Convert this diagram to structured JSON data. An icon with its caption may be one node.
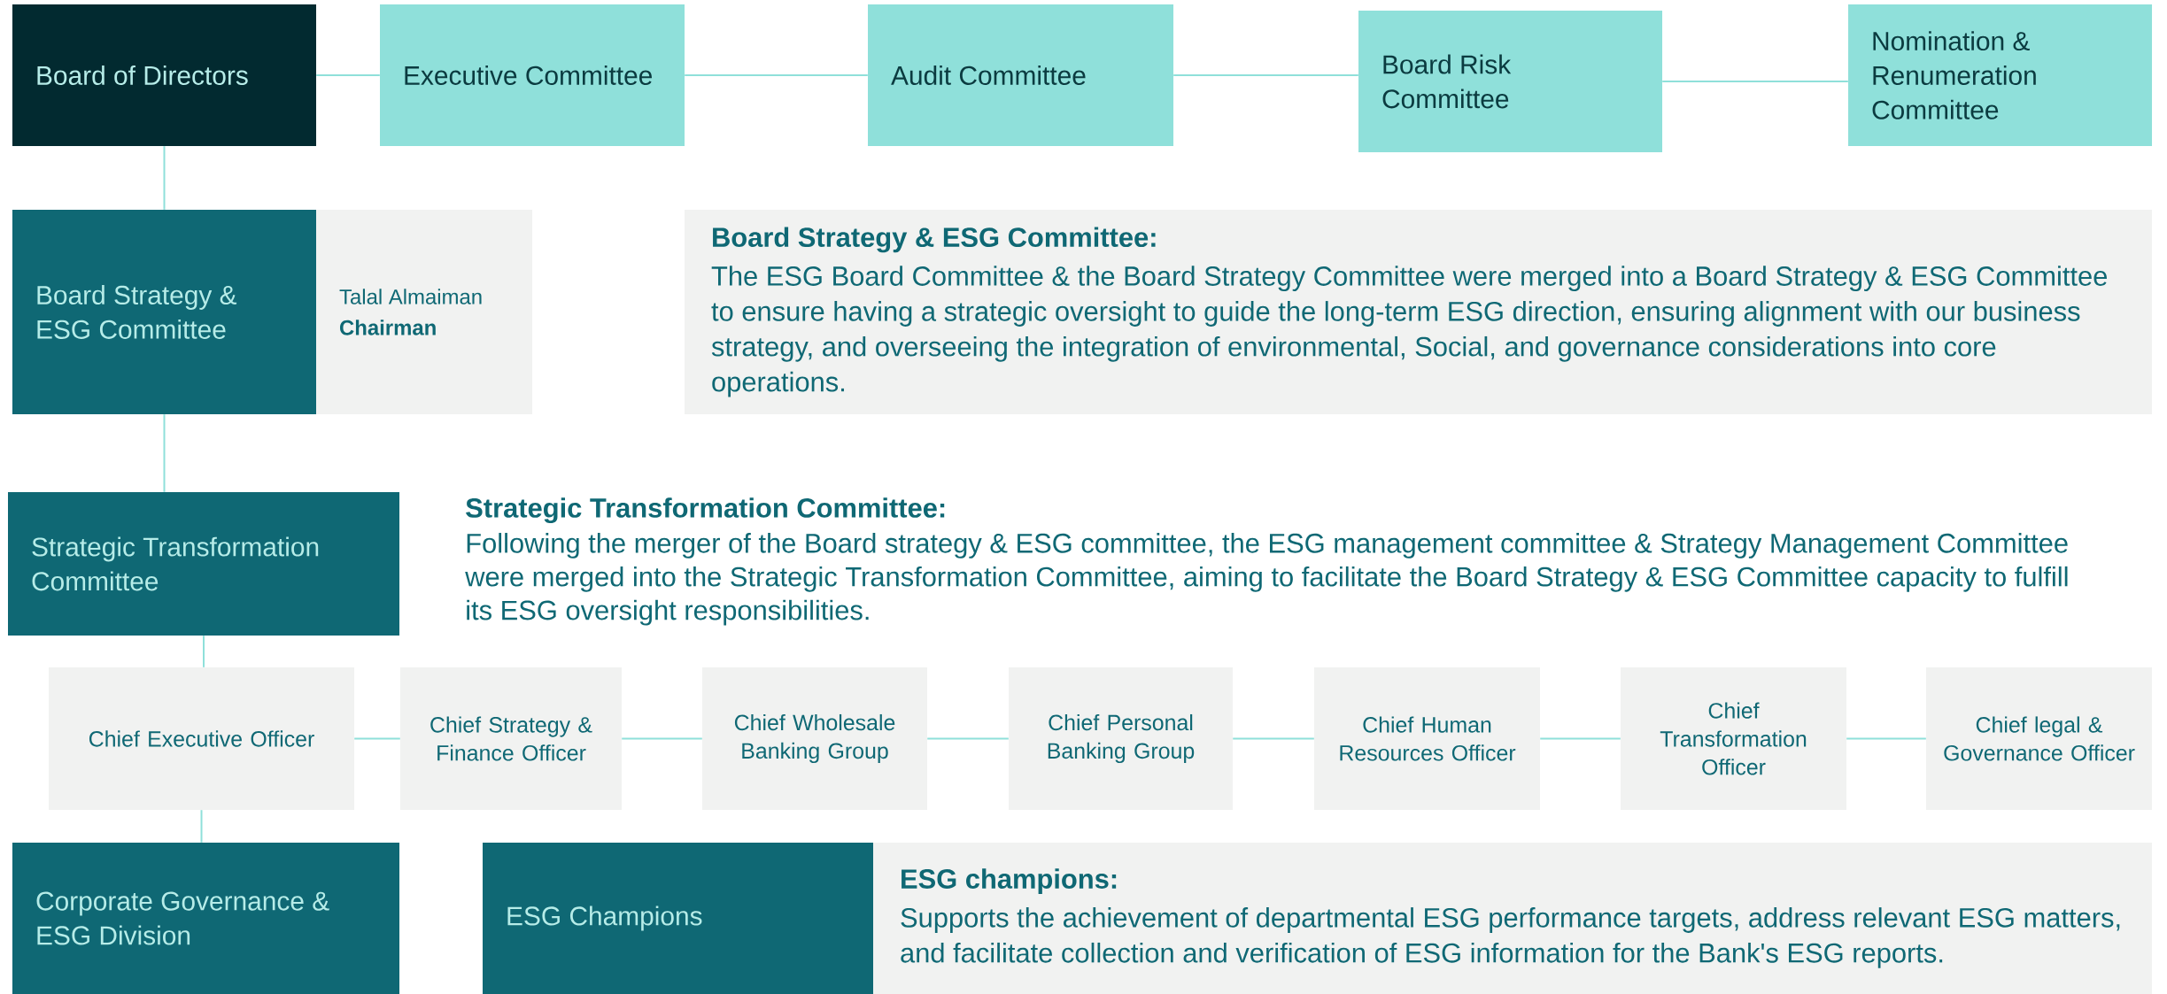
{
  "diagram": {
    "nodes": [
      {
        "text": [
          "Board of Directors"
        ]
      },
      {
        "text": [
          "Executive Committee"
        ]
      },
      {
        "text": [
          "Audit Committee"
        ]
      },
      {
        "text": [
          "Board Risk Committee"
        ]
      },
      {
        "text": [
          "Nomination & Renumeration Committee"
        ]
      },
      {
        "text": [
          "Board Strategy & ESG Committee"
        ]
      },
      {
        "text": [
          "Talal Almaiman",
          "Chairman"
        ]
      },
      {
        "text": [
          "Board Strategy & ESG Committee:",
          "The ESG Board Committee & the Board Strategy Committee were merged into a Board Strategy & ESG Committee to ensure having a strategic oversight to guide the long-term ESG direction, ensuring alignment with our business strategy, and overseeing the integration of environmental, Social, and governance considerations into core operations."
        ]
      },
      {
        "text": [
          "Strategic Transformation Committee"
        ],
        "beside": [
          "Strategic Transformation Committee:",
          "Following the merger of the Board strategy & ESG committee, the ESG management committee & Strategy Management Committee were merged into the Strategic Transformation Committee, aiming to facilitate the Board Strategy & ESG Committee capacity to fulfill its ESG oversight responsibilities."
        ]
      },
      {
        "text": [
          "Chief Executive Officer"
        ]
      },
      {
        "text": [
          "Chief Strategy & Finance Officer"
        ]
      },
      {
        "text": [
          "Chief Wholesale Banking Group"
        ]
      },
      {
        "text": [
          "Chief Personal Banking Group"
        ]
      },
      {
        "text": [
          "Chief Human Resources Officer"
        ]
      },
      {
        "text": [
          "Chief Transformation Officer"
        ]
      },
      {
        "text": [
          "Chief legal & Governance Officer"
        ]
      },
      {
        "text": [
          "Corporate Governance & ESG Division"
        ]
      },
      {
        "text": [
          "ESG Champions"
        ]
      },
      {
        "text": [
          "ESG champions:",
          "Supports the achievement of departmental ESG performance targets, address relevant ESG matters, and facilitate collection and verification of ESG information for the Bank's ESG reports."
        ]
      }
    ],
    "edges": [
      {
        "from": 0,
        "to": 1,
        "arrow": "none"
      },
      {
        "from": 1,
        "to": 2,
        "arrow": "none"
      },
      {
        "from": 2,
        "to": 3,
        "arrow": "none"
      },
      {
        "from": 3,
        "to": 4,
        "arrow": "none"
      },
      {
        "from": 0,
        "to": 5,
        "arrow": "none"
      },
      {
        "from": 5,
        "to": 8,
        "arrow": "none"
      },
      {
        "from": 8,
        "to": 9,
        "arrow": "none"
      },
      {
        "from": 9,
        "to": 10,
        "arrow": "none"
      },
      {
        "from": 10,
        "to": 11,
        "arrow": "none"
      },
      {
        "from": 11,
        "to": 12,
        "arrow": "none"
      },
      {
        "from": 12,
        "to": 13,
        "arrow": "none"
      },
      {
        "from": 13,
        "to": 14,
        "arrow": "none"
      },
      {
        "from": 14,
        "to": 15,
        "arrow": "none"
      },
      {
        "from": 9,
        "to": 16,
        "arrow": "none"
      }
    ]
  }
}
